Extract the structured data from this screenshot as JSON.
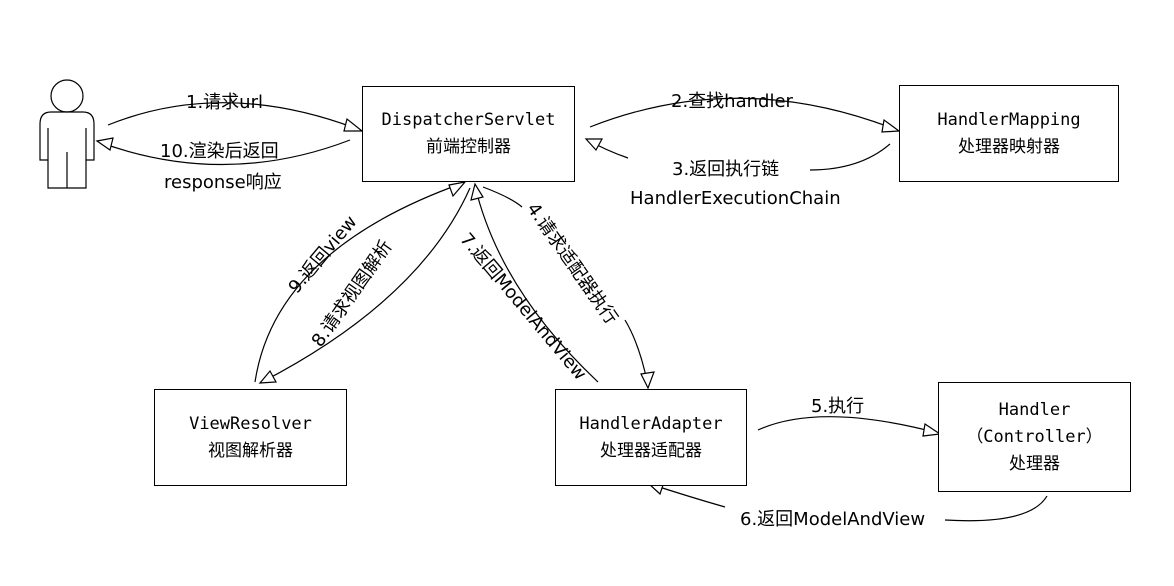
{
  "nodes": {
    "dispatcher": {
      "line1": "DispatcherServlet",
      "line2": "前端控制器"
    },
    "handler_mapping": {
      "line1": "HandlerMapping",
      "line2": "处理器映射器"
    },
    "view_resolver": {
      "line1": "ViewResolver",
      "line2": "视图解析器"
    },
    "handler_adapter": {
      "line1": "HandlerAdapter",
      "line2": "处理器适配器"
    },
    "handler": {
      "line1": "Handler",
      "line2": "（Controller）",
      "line3": "处理器"
    }
  },
  "edges": {
    "e1": "1.请求url",
    "e10": "10.渲染后返回",
    "e10b": "response响应",
    "e2": "2.查找handler",
    "e3": "3.返回执行链",
    "e3b": "HandlerExecutionChain",
    "e4": "4.请求适配器执行",
    "e5": "5.执行",
    "e6": "6.返回ModelAndView",
    "e7": "7.返回ModelAndView",
    "e8": "8.请求视图解析",
    "e9": "9.返回view"
  },
  "colors": {
    "stroke": "#000000",
    "background": "#ffffff"
  }
}
